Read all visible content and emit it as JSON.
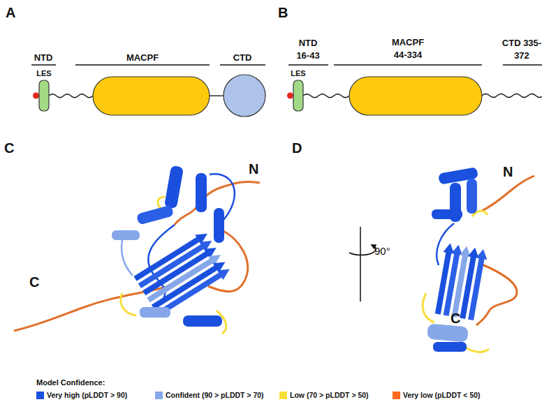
{
  "diagram": {
    "nodes": [
      {
        "text": [
          "LES"
        ]
      },
      {
        "text": [
          "MACPF"
        ]
      },
      {
        "text": [
          "CTD"
        ]
      },
      {
        "text": [
          "LES"
        ]
      },
      {
        "text": [
          "MACPF 44-334"
        ]
      }
    ],
    "edges": [
      {
        "from": 0,
        "to": 1,
        "arrow": "none"
      },
      {
        "from": 1,
        "to": 2,
        "arrow": "none"
      },
      {
        "from": 3,
        "to": 4,
        "arrow": "none"
      }
    ],
    "labels": [
      "A",
      "NTD",
      "B",
      "NTD 16-43",
      "CTD 335-372",
      "C",
      "N",
      "C",
      "D",
      "90°",
      "N",
      "C",
      "Model Confidence:"
    ],
    "legend": [
      {
        "text": "Very high (pLDDT > 90)",
        "color": "#1a50dd"
      },
      {
        "text": "Confident (90 > pLDDT > 70)",
        "color": "#86a7e8"
      },
      {
        "text": "Low (70 > pLDDT > 50)",
        "color": "#f7dd3a"
      },
      {
        "text": "Very low (pLDDT < 50)",
        "color": "#ff6a1e"
      }
    ]
  }
}
